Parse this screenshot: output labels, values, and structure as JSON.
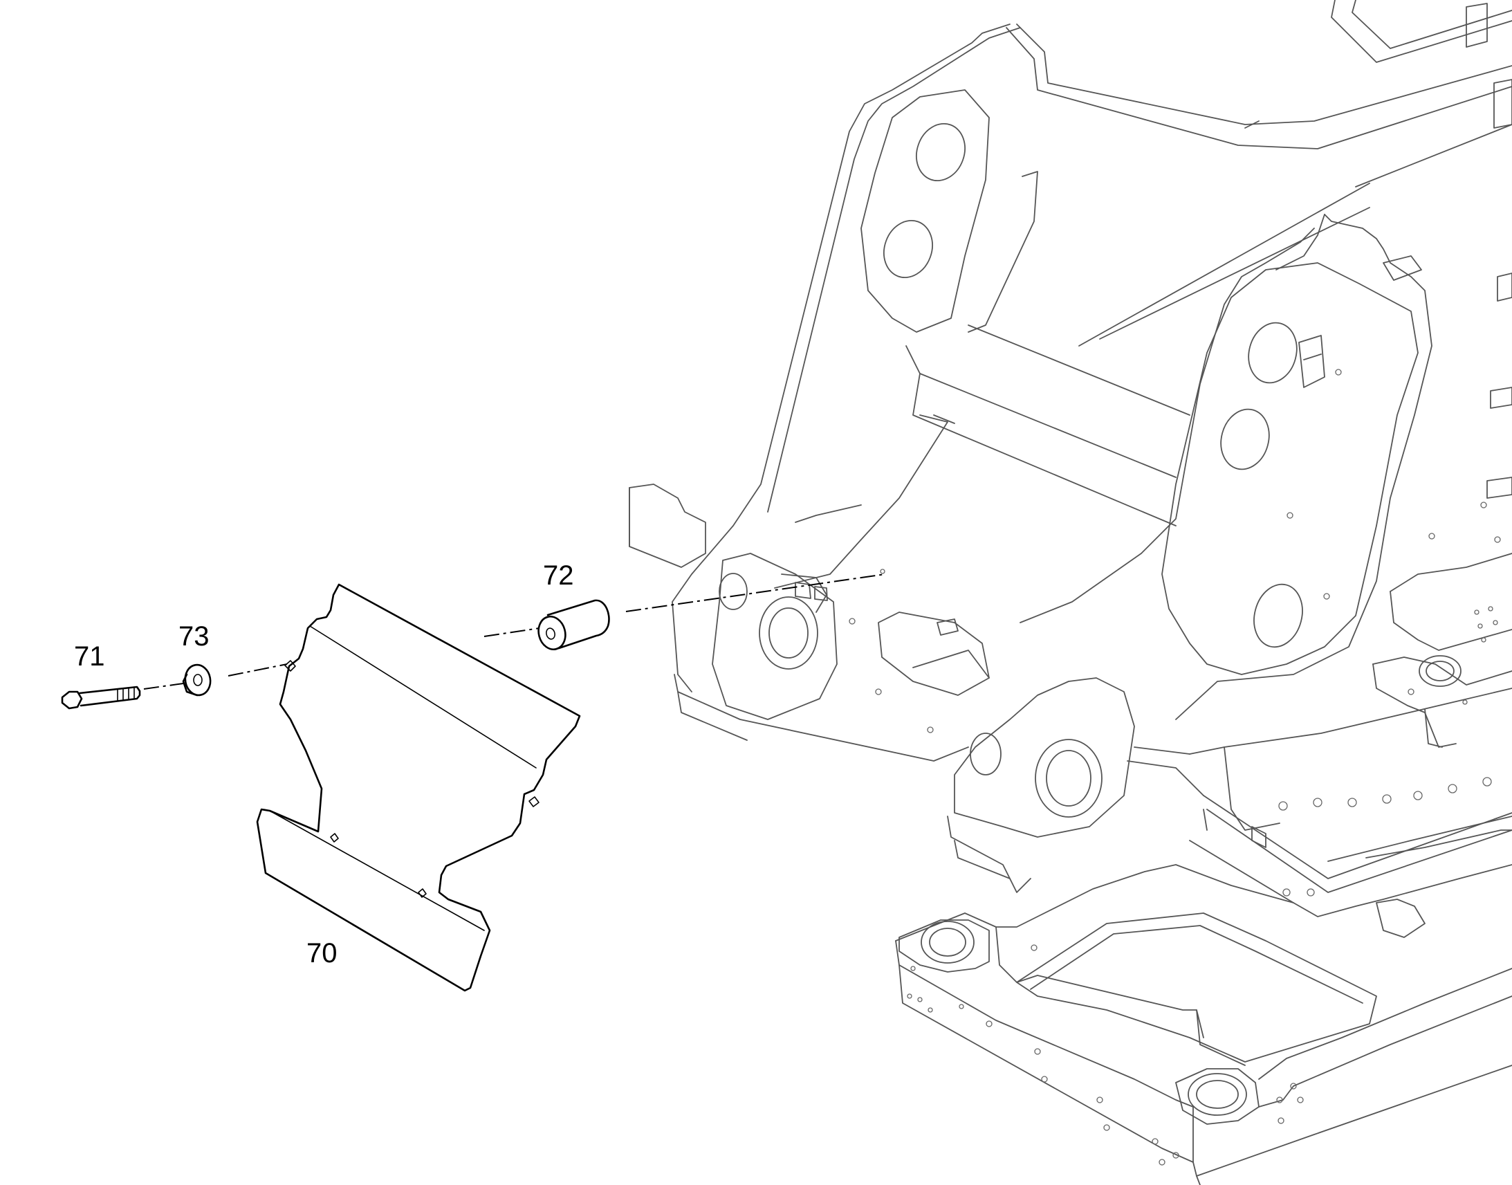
{
  "callouts": {
    "c70": "70",
    "c71": "71",
    "c72": "72",
    "c73": "73"
  },
  "line_color": "#000000",
  "background_color": "#ffffff"
}
